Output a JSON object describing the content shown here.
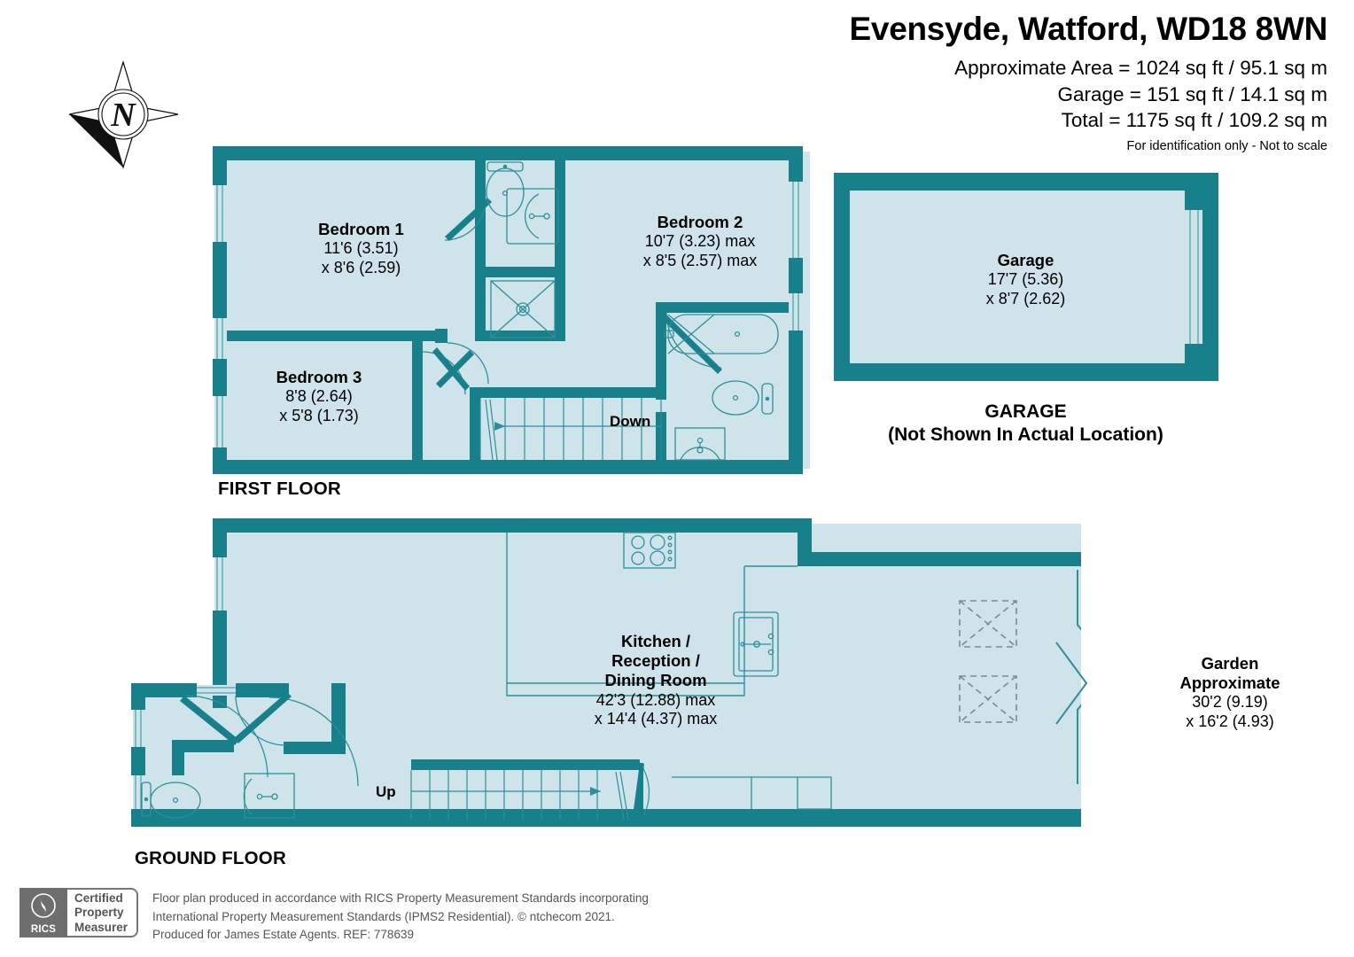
{
  "header": {
    "title": "Evensyde, Watford, WD18 8WN",
    "area_lines": [
      "Approximate Area = 1024 sq ft / 95.1 sq m",
      "Garage = 151 sq ft / 14.1 sq m",
      "Total = 1175 sq ft / 109.2 sq m"
    ],
    "disclaimer": "For identification only - Not to scale"
  },
  "compass": {
    "label": "N"
  },
  "first_floor": {
    "caption": "FIRST FLOOR",
    "rooms": [
      {
        "name": "Bedroom 1",
        "dim1": "11'6 (3.51)",
        "dim2": "x 8'6 (2.59)"
      },
      {
        "name": "Bedroom 2",
        "dim1": "10'7 (3.23) max",
        "dim2": "x 8'5 (2.57) max"
      },
      {
        "name": "Bedroom 3",
        "dim1": "8'8 (2.64)",
        "dim2": "x 5'8 (1.73)"
      }
    ],
    "stair_label": "Down"
  },
  "ground_floor": {
    "caption": "GROUND FLOOR",
    "rooms": [
      {
        "name_lines": [
          "Kitchen /",
          "Reception /",
          "Dining Room"
        ],
        "dim1": "42'3 (12.88) max",
        "dim2": "x 14'4 (4.37) max"
      }
    ],
    "stair_label": "Up",
    "garden": {
      "name_lines": [
        "Garden",
        "Approximate"
      ],
      "dim1": "30'2 (9.19)",
      "dim2": "x 16'2 (4.93)"
    }
  },
  "garage": {
    "room": {
      "name": "Garage",
      "dim1": "17'7 (5.36)",
      "dim2": "x 8'7 (2.62)"
    },
    "caption_line1": "GARAGE",
    "caption_line2": "(Not Shown In Actual Location)"
  },
  "footer": {
    "badge_line1": "Certified",
    "badge_line2": "Property",
    "badge_line3": "Measurer",
    "badge_mark": "RICS",
    "text_line1": "Floor plan produced in accordance with RICS Property Measurement Standards incorporating",
    "text_line2": "International Property Measurement Standards (IPMS2 Residential).   © ntchecom 2021.",
    "text_line3": "Produced for James Estate Agents.   REF: 778639"
  },
  "colors": {
    "wall": "#17808a",
    "fill": "#cfe4ea",
    "line": "#2e8f99",
    "text": "#000000",
    "footer_text": "#555555"
  }
}
